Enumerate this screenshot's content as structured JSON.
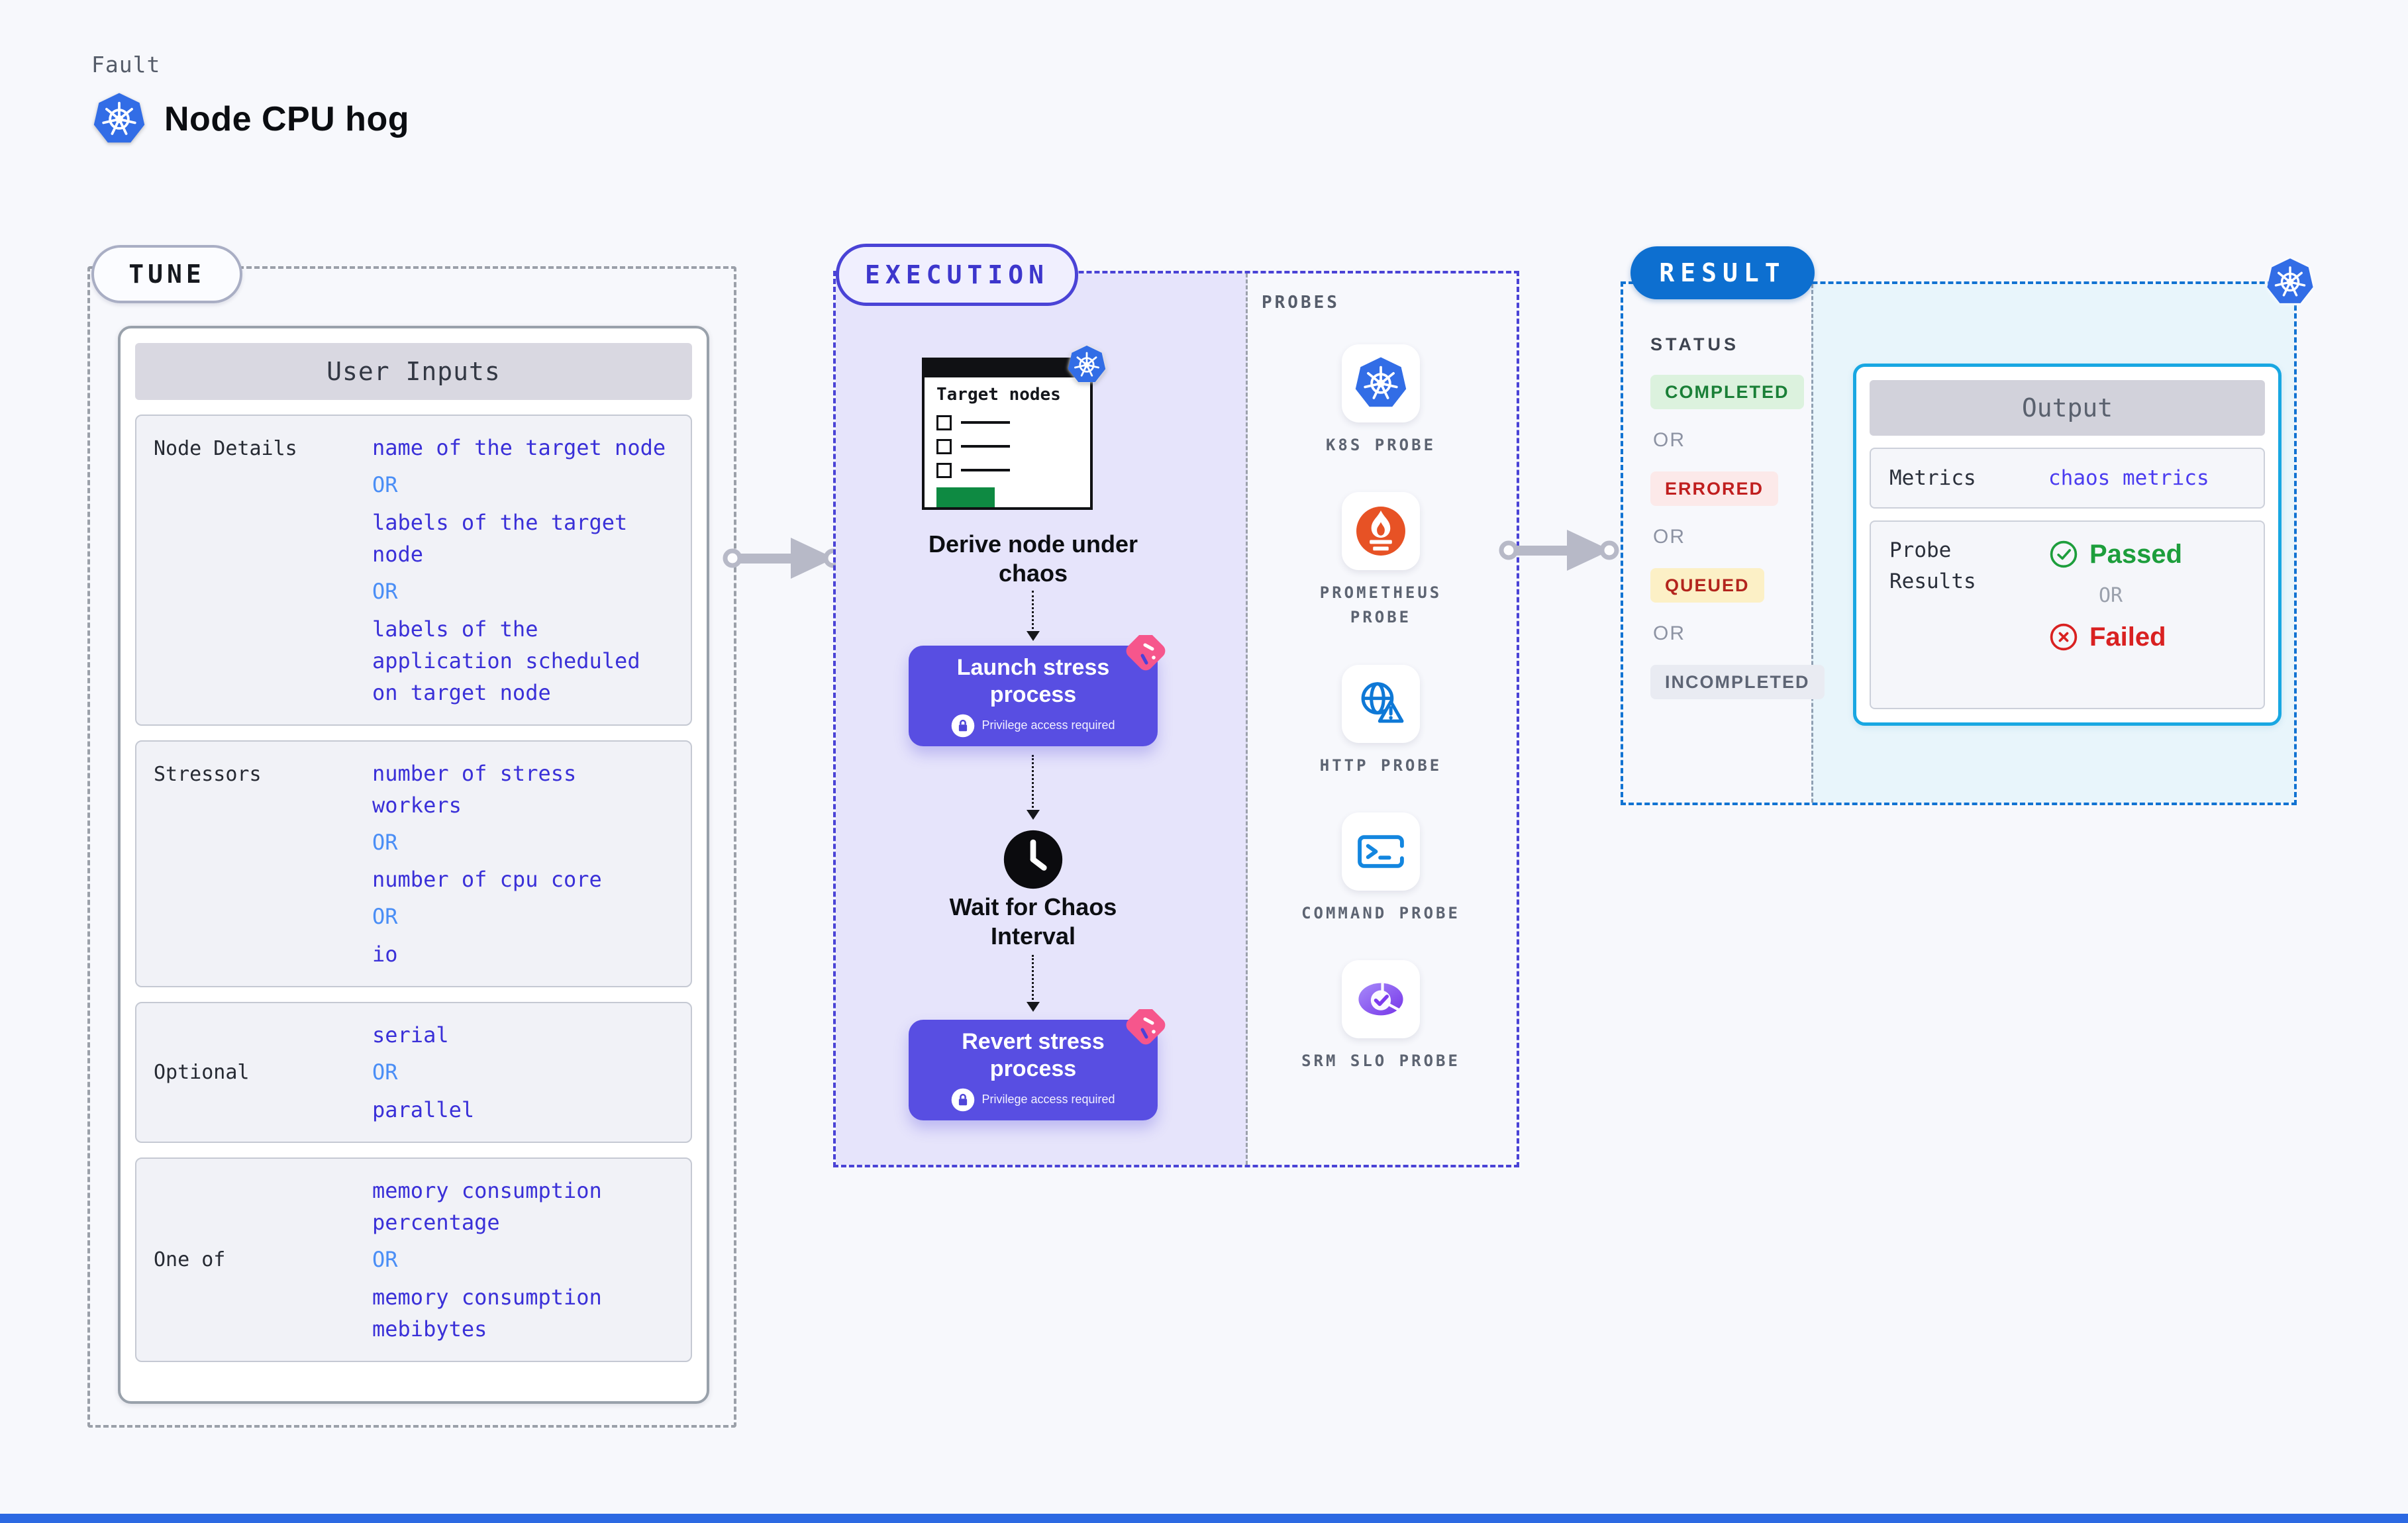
{
  "header": {
    "kicker": "Fault",
    "title": "Node CPU hog"
  },
  "tune": {
    "badge": "TUNE",
    "card_title": "User Inputs",
    "or_label": "OR",
    "rows": [
      {
        "label": "Node Details",
        "values": [
          "name of the target node",
          "labels of the target node",
          "labels of the application scheduled on target node"
        ]
      },
      {
        "label": "Stressors",
        "values": [
          "number of stress workers",
          "number of cpu core",
          "io"
        ]
      },
      {
        "label": "Optional",
        "values": [
          "serial",
          "parallel"
        ]
      },
      {
        "label": "One of",
        "values": [
          "memory consumption percentage",
          "memory consumption mebibytes"
        ]
      }
    ]
  },
  "execution": {
    "badge": "EXECUTION",
    "target_card_title": "Target nodes",
    "derive_label": "Derive node under chaos",
    "launch": {
      "title": "Launch stress process",
      "subtitle": "Privilege access required"
    },
    "wait_label": "Wait for Chaos Interval",
    "revert": {
      "title": "Revert stress process",
      "subtitle": "Privilege access required"
    },
    "probes": {
      "heading": "PROBES",
      "items": [
        {
          "label": "K8S PROBE",
          "icon": "kubernetes-icon"
        },
        {
          "label": "PROMETHEUS PROBE",
          "icon": "prometheus-icon"
        },
        {
          "label": "HTTP PROBE",
          "icon": "http-globe-warning-icon"
        },
        {
          "label": "COMMAND PROBE",
          "icon": "terminal-icon"
        },
        {
          "label": "SRM SLO PROBE",
          "icon": "slo-donut-check-icon"
        }
      ]
    }
  },
  "result": {
    "badge": "RESULT",
    "status_heading": "STATUS",
    "or_label": "OR",
    "statuses": [
      {
        "label": "COMPLETED",
        "fg": "#1a7f37",
        "bg": "#dcf2de"
      },
      {
        "label": "ERRORED",
        "fg": "#c01f1f",
        "bg": "#fce9e9"
      },
      {
        "label": "QUEUED",
        "fg": "#b3251d",
        "bg": "#fcf0c6"
      },
      {
        "label": "INCOMPLETED",
        "fg": "#5d6474",
        "bg": "#e9ebf2"
      }
    ],
    "output": {
      "title": "Output",
      "metrics_label": "Metrics",
      "metrics_value": "chaos metrics",
      "probe_results_label": "Probe Results",
      "passed_label": "Passed",
      "failed_label": "Failed",
      "or_label": "OR"
    }
  },
  "colors": {
    "accent_indigo": "#584ee2",
    "execution_border": "#4a43d6",
    "result_blue": "#0d6fd0",
    "output_border": "#18a7e2",
    "value_text": "#3a30d8",
    "or_blue": "#4a8ef6",
    "k8s_blue": "#326de6",
    "prometheus_orange": "#e75225",
    "passed_green": "#1d9e3c",
    "failed_red": "#d92121"
  }
}
